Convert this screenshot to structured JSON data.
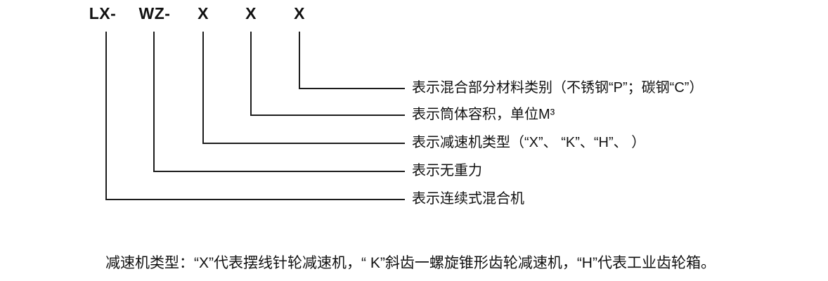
{
  "diagram": {
    "title_semantic": "LX-WZ mixer model code explanation",
    "code_parts": [
      {
        "label": "LX-",
        "desc": "表示连续式混合机"
      },
      {
        "label": "WZ-",
        "desc": "表示无重力"
      },
      {
        "label": "X",
        "desc": "表示减速机类型（“X”、 “K”、“H”、 ）"
      },
      {
        "label": "X",
        "desc": "表示筒体容积，单位M³"
      },
      {
        "label": "X",
        "desc": "表示混合部分材料类别（不锈钢“P”；碳钢“C”）"
      }
    ],
    "footnote": "减速机类型：“X”代表摆线针轮减速机，“ K”斜齿一螺旋锥形齿轮减速机，“H”代表工业齿轮箱。",
    "colors": {
      "text": "#111111",
      "line": "#1c1c1c",
      "background": "#ffffff"
    }
  }
}
